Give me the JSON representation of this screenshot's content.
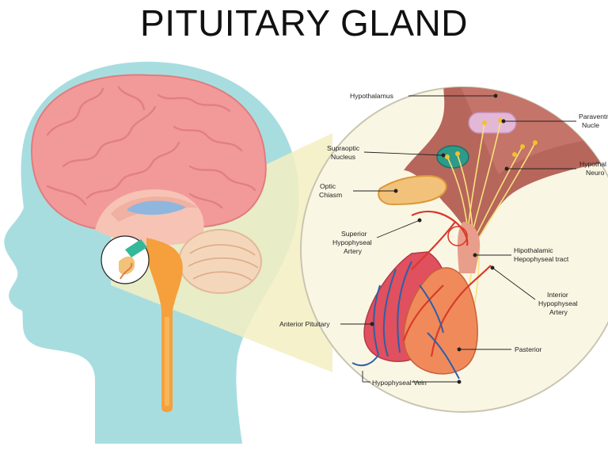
{
  "title": "PITUITARY GLAND",
  "labels": {
    "hypothalamus": "Hypothalamus",
    "paraventricular_1": "Paraventri",
    "paraventricular_2": "Nucle",
    "supraoptic_1": "Supraoptic",
    "supraoptic_2": "Nucleus",
    "hypothalamic_neuro_1": "Hypothal",
    "hypothalamic_neuro_2": "Neuro",
    "optic_1": "Optic",
    "optic_2": "Chiasm",
    "superior_1": "Superior",
    "superior_2": "Hypophyseal",
    "superior_3": "Artery",
    "tract_1": "Hipothalamic",
    "tract_2": "Hepophyseal tract",
    "interior_1": "Interior",
    "interior_2": "Hypophyseal",
    "interior_3": "Artery",
    "anterior": "Anterior Pituitary",
    "posterior": "Pasterior",
    "vein": "Hypophyseal Vein"
  },
  "colors": {
    "head": "#a8dde0",
    "brain": "#f29a9a",
    "cerebellum": "#f4d7bb",
    "spinal": "#f5a03c",
    "zoom_bg": "#faf6e4",
    "zoom_cone": "#f3efc2",
    "hypothalamus": "#b7665b",
    "optic": "#f2c27a",
    "artery": "#d93a2b",
    "vein": "#2e5fa8",
    "anterior": "#f08a5a",
    "posterior": "#f6a07a"
  }
}
